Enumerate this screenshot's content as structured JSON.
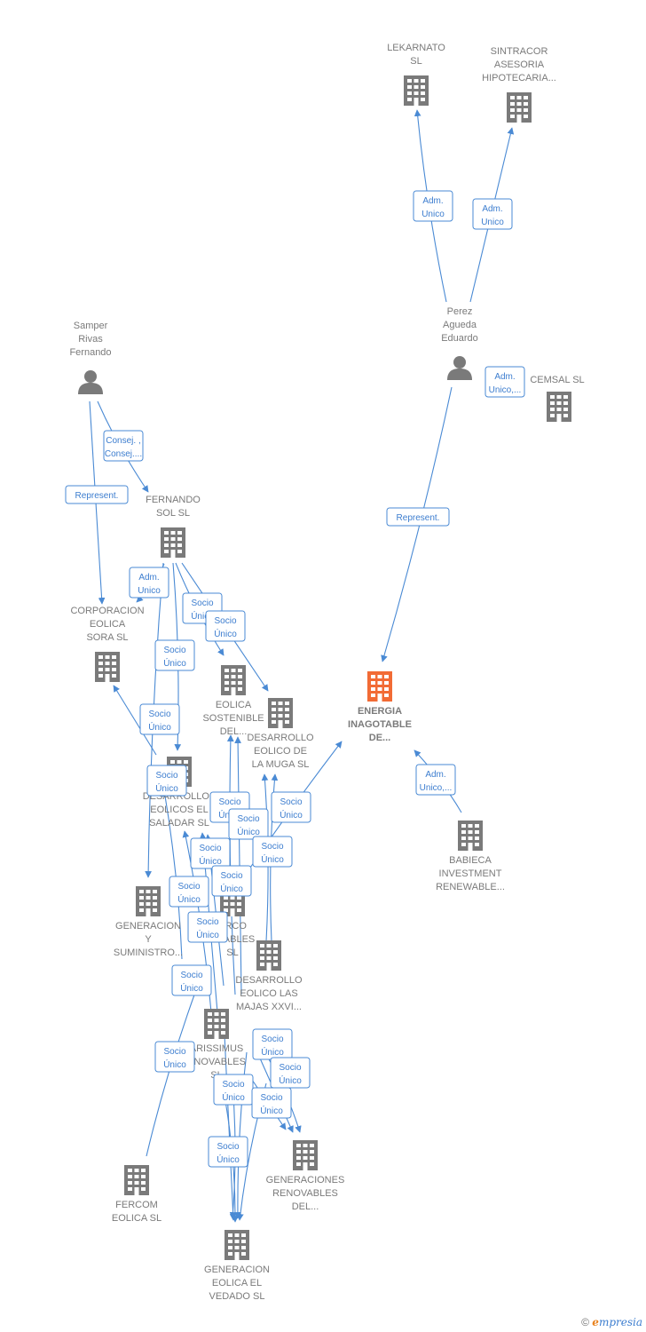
{
  "colors": {
    "edge": "#4a8ad4",
    "company": "#7a7a7a",
    "main_company": "#f26b35",
    "person": "#7a7a7a"
  },
  "nodes": [
    {
      "id": "lekarnato",
      "kind": "company",
      "lines": [
        "LEKARNATO",
        "SL"
      ],
      "icon": "building-icon"
    },
    {
      "id": "sintracor",
      "kind": "company",
      "lines": [
        "SINTRACOR",
        "ASESORIA",
        "HIPOTECARIA..."
      ],
      "icon": "building-icon"
    },
    {
      "id": "perez",
      "kind": "person",
      "lines": [
        "Perez",
        "Agueda",
        "Eduardo"
      ],
      "icon": "person-icon"
    },
    {
      "id": "cemsal",
      "kind": "company",
      "lines": [
        "CEMSAL SL"
      ],
      "icon": "building-icon"
    },
    {
      "id": "samper",
      "kind": "person",
      "lines": [
        "Samper",
        "Rivas",
        "Fernando"
      ],
      "icon": "person-icon"
    },
    {
      "id": "fernando",
      "kind": "company",
      "lines": [
        "FERNANDO",
        "SOL SL"
      ],
      "icon": "building-icon"
    },
    {
      "id": "corporacion",
      "kind": "company",
      "lines": [
        "CORPORACION",
        "EOLICA",
        "SORA  SL"
      ],
      "icon": "building-icon"
    },
    {
      "id": "sostenible",
      "kind": "company",
      "lines": [
        "EOLICA",
        "SOSTENIBLE",
        "DEL..."
      ],
      "icon": "building-icon"
    },
    {
      "id": "muga",
      "kind": "company",
      "lines": [
        "DESARROLLO",
        "EOLICO DE",
        "LA MUGA SL"
      ],
      "icon": "building-icon"
    },
    {
      "id": "energia",
      "kind": "main",
      "lines": [
        "ENERGIA",
        "INAGOTABLE",
        "DE..."
      ],
      "icon": "building-icon"
    },
    {
      "id": "saladar",
      "kind": "company",
      "lines": [
        "DESARROLLOS",
        "EOLICOS EL",
        "SALADAR SL"
      ],
      "icon": "building-icon"
    },
    {
      "id": "babieca",
      "kind": "company",
      "lines": [
        "BABIECA",
        "INVESTMENT",
        "RENEWABLE..."
      ],
      "icon": "building-icon"
    },
    {
      "id": "generacion_sum",
      "kind": "company",
      "lines": [
        "GENERACION",
        "Y",
        "SUMINISTRO..."
      ],
      "icon": "building-icon"
    },
    {
      "id": "parco",
      "kind": "company",
      "lines": [
        "ARCO",
        "OVABLES",
        "SL"
      ],
      "icon": "building-icon"
    },
    {
      "id": "majas",
      "kind": "company",
      "lines": [
        "DESARROLLO",
        "EOLICO LAS",
        "MAJAS XXVI..."
      ],
      "icon": "building-icon"
    },
    {
      "id": "parissimus",
      "kind": "company",
      "lines": [
        "ARISSIMUS",
        "ENOVABLES",
        "SL"
      ],
      "icon": "building-icon"
    },
    {
      "id": "fercom",
      "kind": "company",
      "lines": [
        "FERCOM",
        "EOLICA SL"
      ],
      "icon": "building-icon"
    },
    {
      "id": "generaciones",
      "kind": "company",
      "lines": [
        "GENERACIONES",
        "RENOVABLES",
        "DEL..."
      ],
      "icon": "building-icon"
    },
    {
      "id": "vedado",
      "kind": "company",
      "lines": [
        "GENERACION",
        "EOLICA EL",
        "VEDADO SL"
      ],
      "icon": "building-icon"
    }
  ],
  "edge_labels": [
    {
      "lines": [
        "Adm.",
        "Unico"
      ]
    },
    {
      "lines": [
        "Adm.",
        "Unico"
      ]
    },
    {
      "lines": [
        "Adm.",
        "Unico,..."
      ]
    },
    {
      "lines": [
        "Represent."
      ]
    },
    {
      "lines": [
        "Consej. ,",
        "Consej...."
      ]
    },
    {
      "lines": [
        "Represent."
      ]
    },
    {
      "lines": [
        "Adm.",
        "Unico"
      ]
    },
    {
      "lines": [
        "Socio",
        "Único"
      ]
    },
    {
      "lines": [
        "Socio",
        "Único"
      ]
    },
    {
      "lines": [
        "Socio",
        "Único"
      ]
    },
    {
      "lines": [
        "Socio",
        "Único"
      ]
    },
    {
      "lines": [
        "Socio",
        "Único"
      ]
    },
    {
      "lines": [
        "Adm.",
        "Unico,..."
      ]
    },
    {
      "lines": [
        "Socio",
        "Único"
      ]
    },
    {
      "lines": [
        "Socio",
        "Único"
      ]
    },
    {
      "lines": [
        "Socio",
        "Único"
      ]
    },
    {
      "lines": [
        "Socio",
        "Único"
      ]
    },
    {
      "lines": [
        "Socio",
        "Único"
      ]
    },
    {
      "lines": [
        "Socio",
        "Único"
      ]
    },
    {
      "lines": [
        "Socio",
        "Único"
      ]
    },
    {
      "lines": [
        "Socio",
        "Único"
      ]
    },
    {
      "lines": [
        "Socio",
        "Único"
      ]
    },
    {
      "lines": [
        "Socio",
        "Único"
      ]
    },
    {
      "lines": [
        "Socio",
        "Único"
      ]
    },
    {
      "lines": [
        "Socio",
        "Único"
      ]
    },
    {
      "lines": [
        "Socio",
        "Único"
      ]
    },
    {
      "lines": [
        "Socio",
        "Único"
      ]
    },
    {
      "lines": [
        "Socio",
        "Único"
      ]
    }
  ],
  "footer": {
    "copyright": "©",
    "brand_first": "e",
    "brand_rest": "mpresia"
  }
}
